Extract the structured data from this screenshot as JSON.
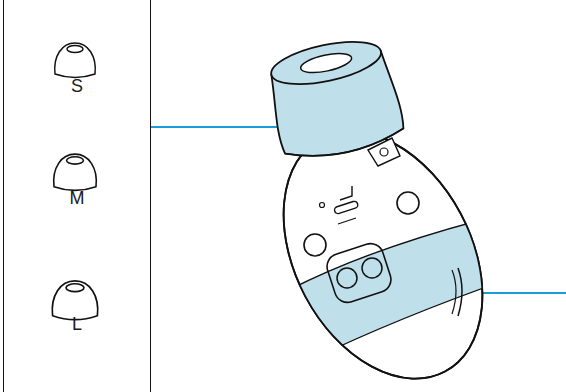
{
  "diagram": {
    "nodes": [
      {
        "text": [
          "S",
          "M",
          "L"
        ]
      }
    ]
  }
}
